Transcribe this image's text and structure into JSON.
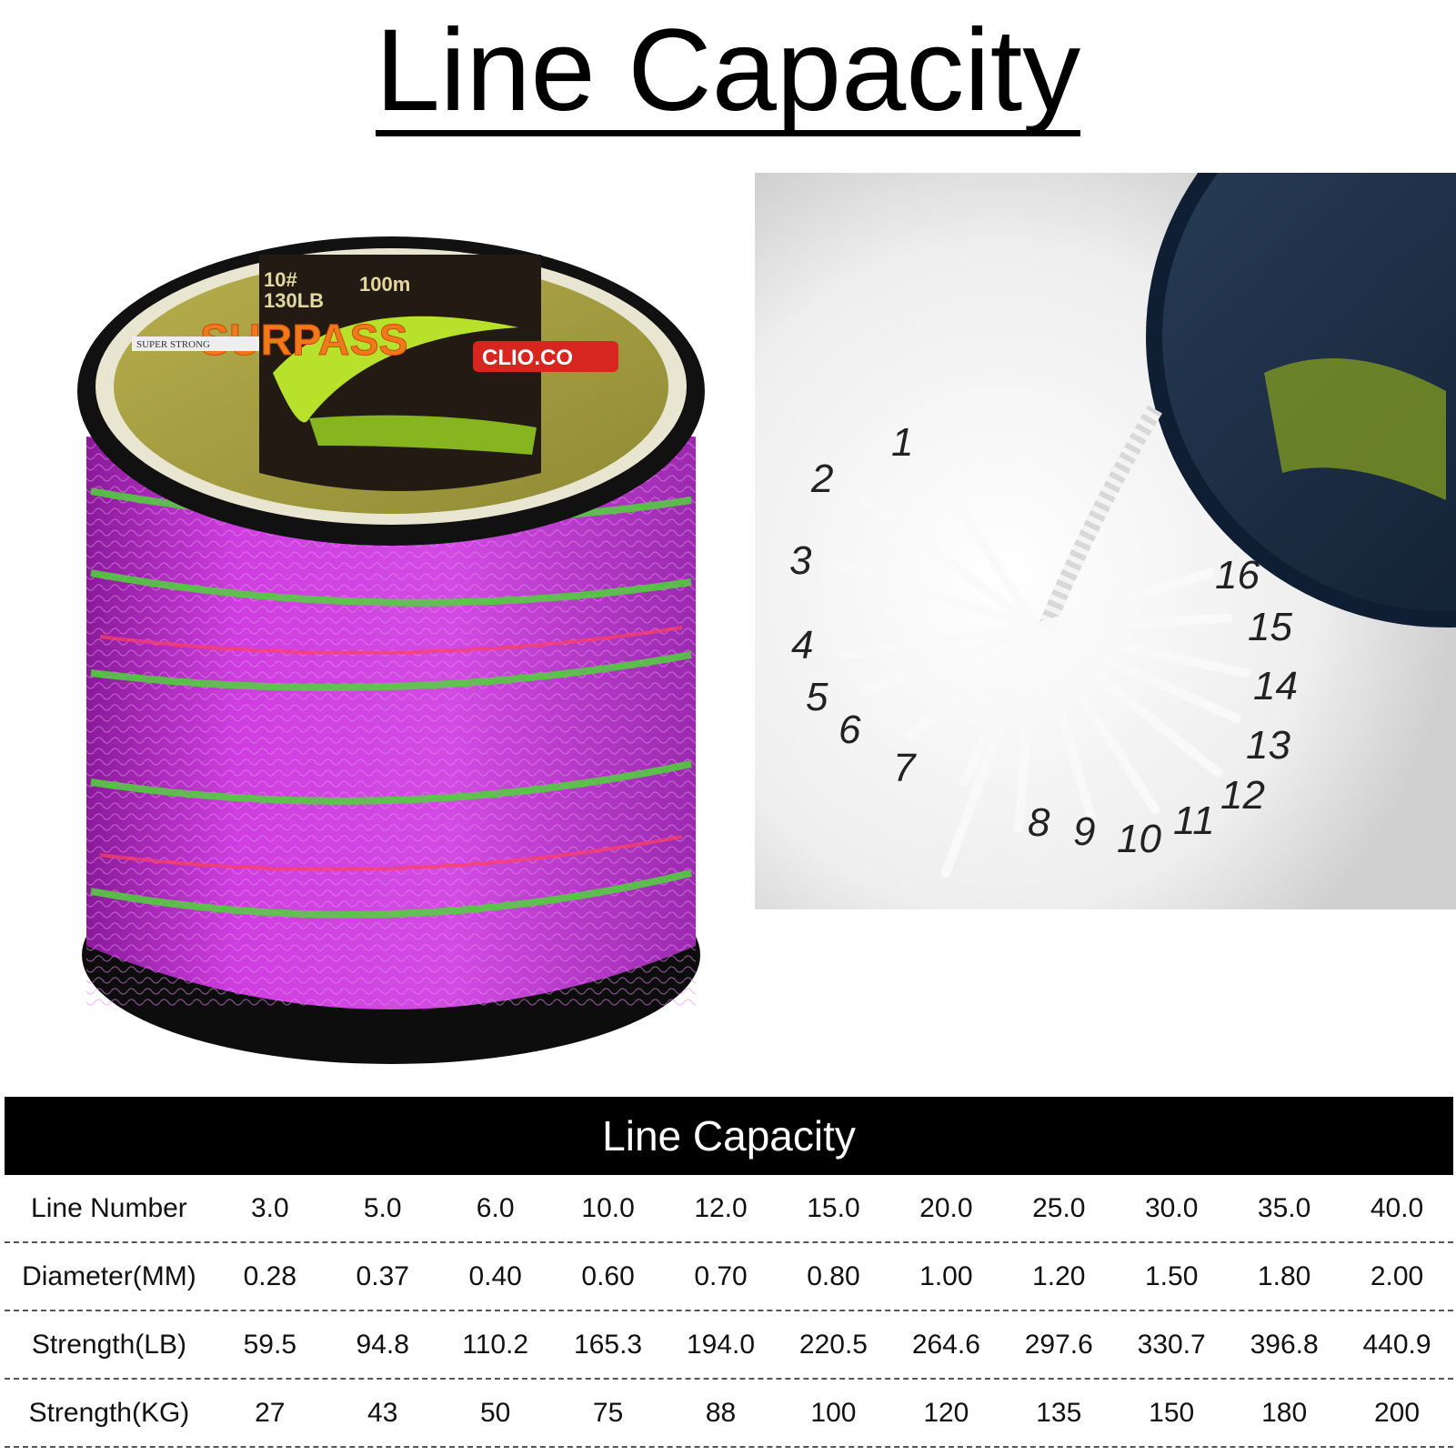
{
  "title": "Line Capacity",
  "spool": {
    "label_brand": "SURPASS",
    "label_size": "10#",
    "label_lb": "130LB",
    "label_length": "100m",
    "label_logo": "CLIO.CO",
    "label_tag": "SUPER STRONG"
  },
  "strands": [
    "1",
    "2",
    "3",
    "4",
    "5",
    "6",
    "7",
    "8",
    "9",
    "10",
    "11",
    "12",
    "13",
    "14",
    "15",
    "16"
  ],
  "table": {
    "header": "Line Capacity",
    "rows": [
      {
        "label": "Line Number",
        "values": [
          "3.0",
          "5.0",
          "6.0",
          "10.0",
          "12.0",
          "15.0",
          "20.0",
          "25.0",
          "30.0",
          "35.0",
          "40.0"
        ]
      },
      {
        "label": "Diameter(MM)",
        "values": [
          "0.28",
          "0.37",
          "0.40",
          "0.60",
          "0.70",
          "0.80",
          "1.00",
          "1.20",
          "1.50",
          "1.80",
          "2.00"
        ]
      },
      {
        "label": "Strength(LB)",
        "values": [
          "59.5",
          "94.8",
          "110.2",
          "165.3",
          "194.0",
          "220.5",
          "264.6",
          "297.6",
          "330.7",
          "396.8",
          "440.9"
        ]
      },
      {
        "label": "Strength(KG)",
        "values": [
          "27",
          "43",
          "50",
          "75",
          "88",
          "100",
          "120",
          "135",
          "150",
          "180",
          "200"
        ]
      }
    ]
  },
  "colors": {
    "line_purple": "#c12fd6",
    "line_green": "#4fd43a",
    "label_yellow": "#c9d43a",
    "header_bg": "#000000"
  }
}
